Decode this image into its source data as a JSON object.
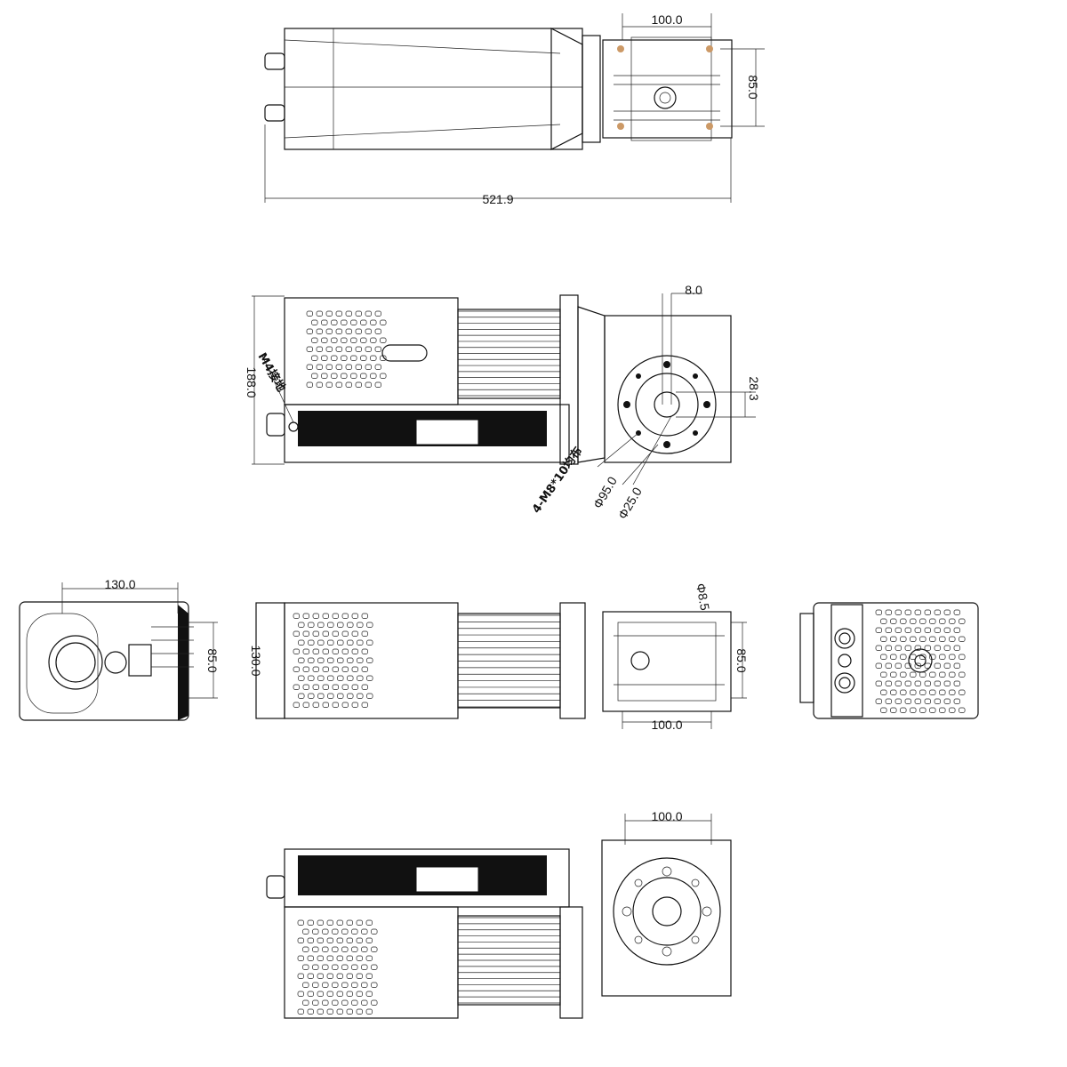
{
  "drawing": {
    "top_view": {
      "dim_width_top": "100.0",
      "dim_height_right": "85.0",
      "dim_overall_length": "521.9"
    },
    "front_view": {
      "dim_key": "8.0",
      "dim_shaft_height": "28.3",
      "dim_height": "188.0",
      "ground_note": "M4接地",
      "bolt_note": "4-M8*10均布",
      "dim_pcd": "Φ95.0",
      "dim_bore": "Φ25.0"
    },
    "end_view_left": {
      "dim_width": "130.0",
      "dim_height": "85.0"
    },
    "side_view": {
      "dim_height": "130.0",
      "dim_hole": "Φ8.5",
      "dim_gear_height": "85.0",
      "dim_gear_width": "100.0"
    },
    "bottom_view": {
      "dim_width": "100.0"
    }
  }
}
